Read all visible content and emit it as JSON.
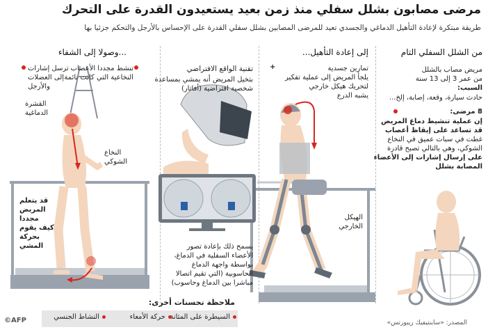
{
  "header": {
    "title": "مرضى مصابون بشلل سفلي منذ زمن بعيد يستعيدون القدرة على التحرك",
    "subtitle": "طريقة مبتكرة لإعادة التأهيل الدماغي والجسدي تعيد للمرضى المصابين بشلل سفلي القدرة على الإحساس بالأرجل والتحكم جزئيا بها"
  },
  "columns": {
    "col1": {
      "heading": "من الشلل السفلي التام",
      "patient_line1": "مريض مصاب بالشلل",
      "patient_line2": "من عمر 3 إلى 13 سنة",
      "cause_label": "السبب:",
      "cause_text": "حادث سيارة، وقعة، إصابة، إلخ...",
      "patients_count": "8 مرضى:",
      "desc_bold1": "إن عملية تنشيط دماغ المريض",
      "desc_bold2": "قد تساعد على إيقاظ أعصاب",
      "desc_norm1": "غطت في سبات عميق في النخاع",
      "desc_norm2": "الشوكي، وهي بالتالي تصبح قادرة",
      "desc_bold3": "على إرسال إشارات إلى الأعضاء",
      "desc_bold4": "المصابة بشلل"
    },
    "col2": {
      "heading": "إلى إعادة التأهيل...",
      "plus": "+",
      "therapy_line1": "تمارين جسدية",
      "therapy_line2": "يلجأ المريض إلى عملية تفكير",
      "therapy_line3": "لتحريك هيكل خارجي",
      "therapy_line4": "يشبه الدرع",
      "exo_label1": "الهيكل",
      "exo_label2": "الخارجي"
    },
    "col3": {
      "vr_title": "تقنية الواقع الافتراضي",
      "vr_line1": "بتخيل المريض أنه يمشي بمساعدة",
      "vr_line2": "شخصية افتراضية (أفاتار)",
      "bci_line1": "يسمح  ذلك بإعادة تصور",
      "bci_line2": "الأعضاء السفلية في الدماغ،",
      "bci_line3": "بواسطة واجهة الدماغ",
      "bci_line4": "الحاسوبية (التي تقيم اتصالا",
      "bci_line5": "مباشرا بين الدماغ وحاسوب)"
    },
    "col4": {
      "heading": "...وصولا إلى الشفاء",
      "activate_line1": "تنشط مجددا الأعصاب",
      "activate_line2": "النخاعية التي كانت نائمة",
      "signals_line1": "ترسل إشارات",
      "signals_line2": "إلى العضلات",
      "signals_line3": "والأرجل",
      "cortex_line1": "القشرة",
      "cortex_line2": "الدماغية",
      "spine_line1": "النخاع",
      "spine_line2": "الشوكي",
      "walk_line1": "قد يتعلم",
      "walk_line2": "المريض",
      "walk_line3": "مجددا",
      "walk_line4": "كيف يقوم",
      "walk_line5": "بحركة",
      "walk_line6": "المشي"
    }
  },
  "notes": {
    "title": "ملاحظة تحسنات أخرى:",
    "items": [
      "السيطرة على المثانة",
      "حركة الأمعاء",
      "النشاط الجنسي"
    ]
  },
  "footer": {
    "source": "المصدر: «ساينتيفيك ريبورتس»",
    "logo": "©AFP"
  },
  "colors": {
    "accent_red": "#d7261e",
    "skin": "#f3d6bd",
    "equipment_gray": "#9aa3ad"
  }
}
